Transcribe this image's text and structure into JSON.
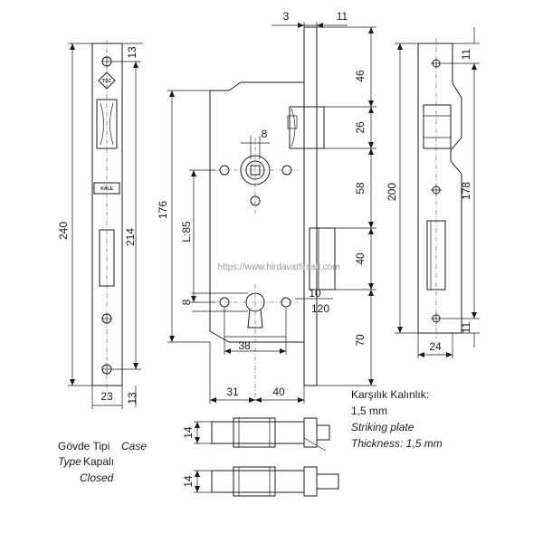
{
  "dimensions": {
    "front_13_top": "13",
    "front_240": "240",
    "front_214": "214",
    "front_23": "23",
    "front_13_bottom": "13",
    "top_3": "3",
    "top_11": "11",
    "side_46": "46",
    "side_26": "26",
    "side_58": "58",
    "side_40": "40",
    "side_70": "70",
    "body_176": "176",
    "body_8_top": "8",
    "body_l85": "L:85",
    "body_8_left": "8",
    "body_10": "10",
    "body_120": "120",
    "body_38": "38",
    "body_31": "31",
    "body_40": "40",
    "plate_11_top": "11",
    "plate_200": "200",
    "plate_178": "178",
    "plate_11_bottom": "11",
    "plate_24": "24",
    "section_14_top": "14",
    "section_14_bottom": "14"
  },
  "watermark": "https://www.hirdavatfirsati.com",
  "notes": {
    "striking_tr_line1": "Karşılık Kalınlık:",
    "striking_tr_line2": "1,5 mm",
    "striking_en_line1": "Striking plate",
    "striking_en_line2": "Thickness: 1,5 mm",
    "case_tr": "Gövde Tipi",
    "case_en_1": "Case",
    "case_en_2": "Type",
    "closed_tr": "Kapalı",
    "closed_en": "Closed"
  },
  "logos": {
    "tsc": "TSC",
    "kale": "KALE"
  }
}
